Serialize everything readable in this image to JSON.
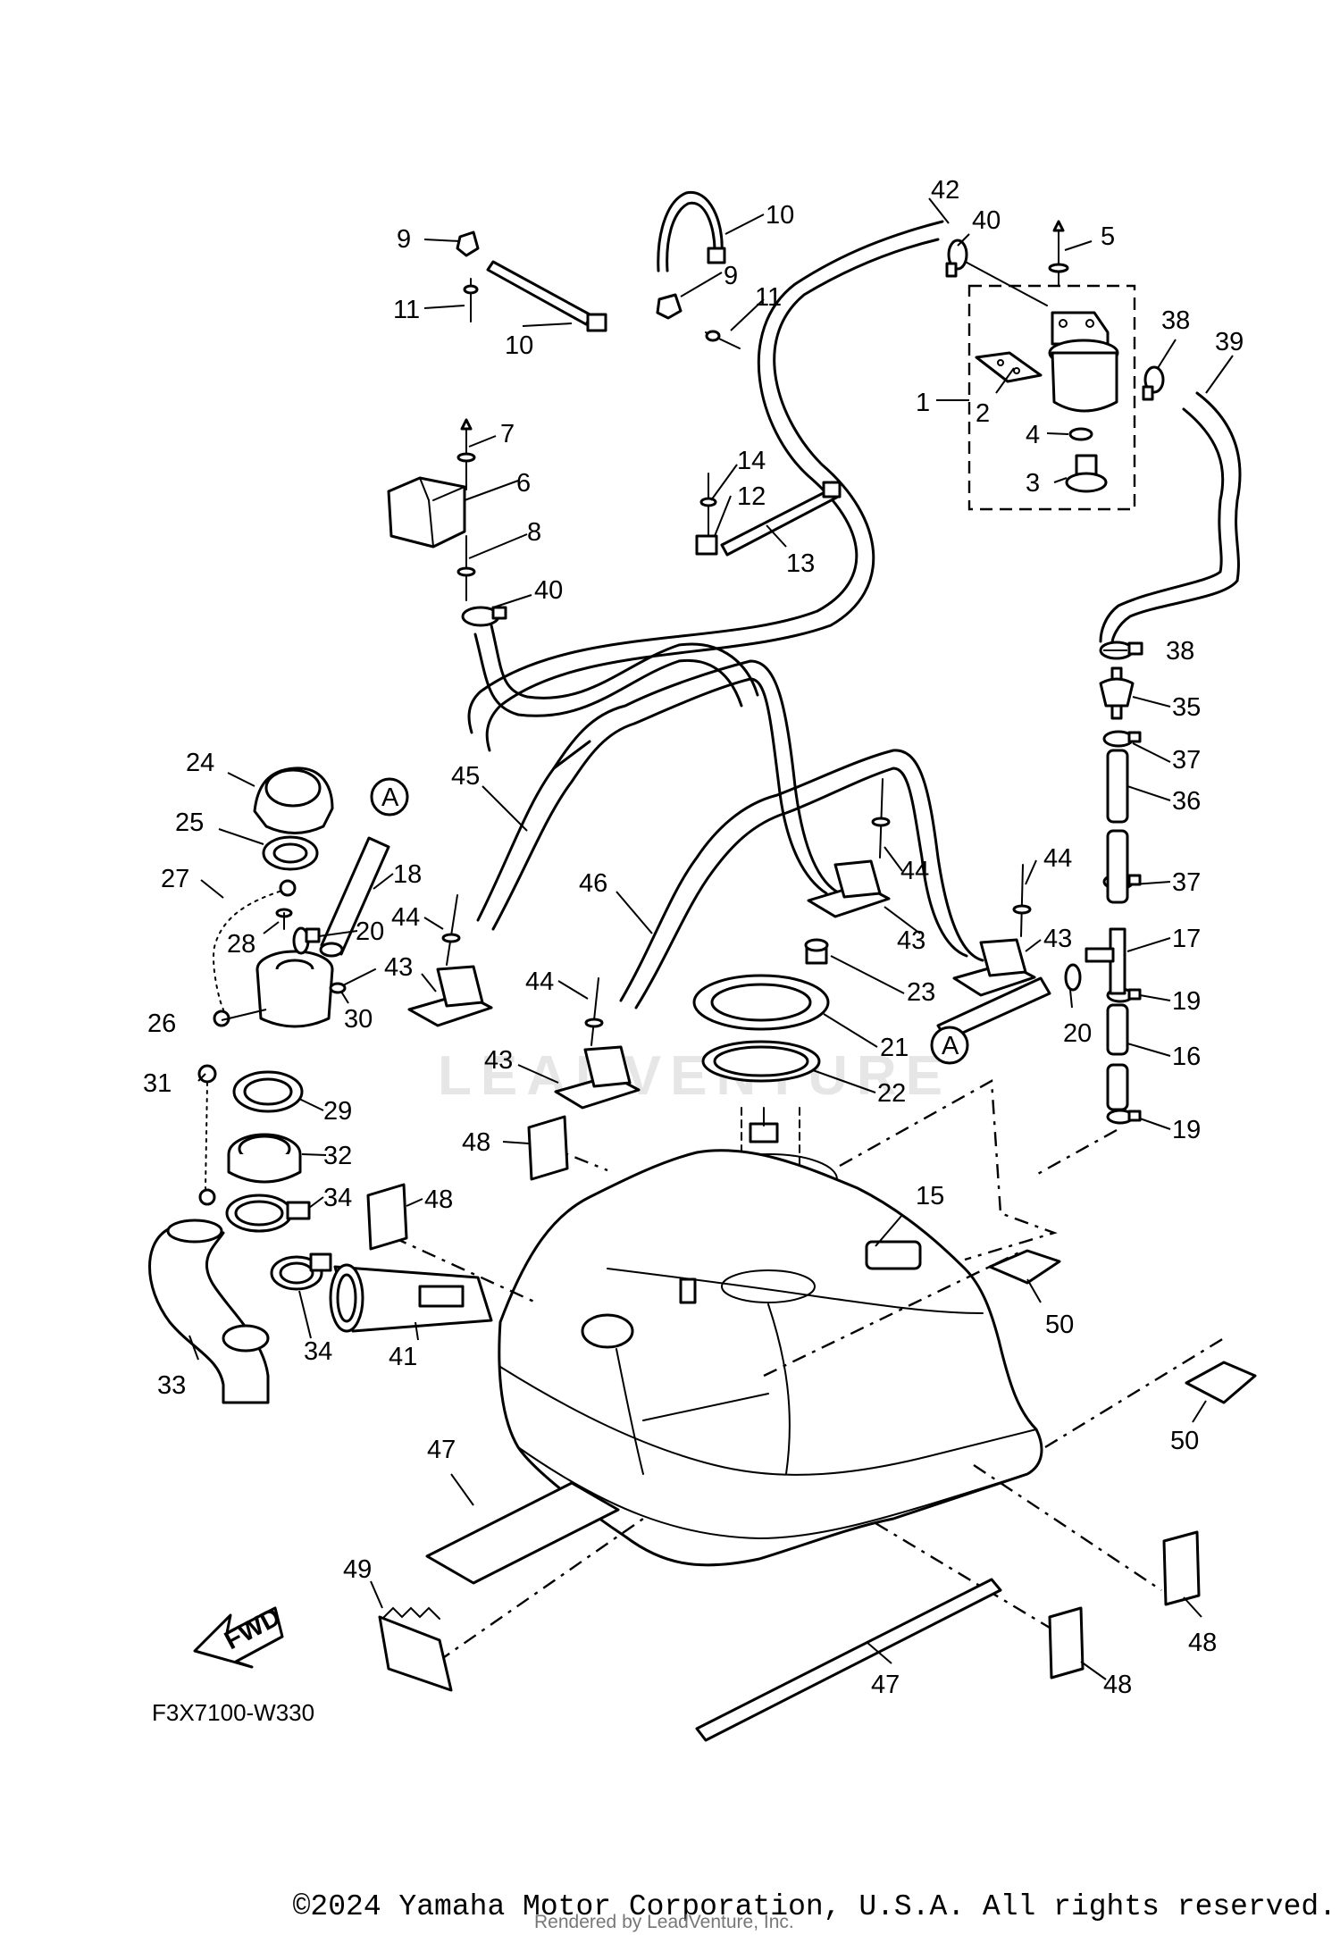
{
  "diagram_code": "F3X7100-W330",
  "copyright": "©2024 Yamaha Motor Corporation, U.S.A. All rights reserved.",
  "rendered_by": "Rendered by LeadVenture, Inc.",
  "watermark": "LEADVENTURE",
  "fwd_label": "FWD",
  "connection_marker": "A",
  "callouts": [
    "1",
    "2",
    "3",
    "4",
    "5",
    "6",
    "7",
    "8",
    "9",
    "10",
    "11",
    "12",
    "13",
    "14",
    "15",
    "16",
    "17",
    "18",
    "19",
    "20",
    "21",
    "22",
    "23",
    "24",
    "25",
    "26",
    "27",
    "28",
    "29",
    "30",
    "31",
    "32",
    "33",
    "34",
    "35",
    "36",
    "37",
    "38",
    "39",
    "40",
    "41",
    "42",
    "43",
    "44",
    "45",
    "46",
    "47",
    "48",
    "49",
    "50"
  ]
}
